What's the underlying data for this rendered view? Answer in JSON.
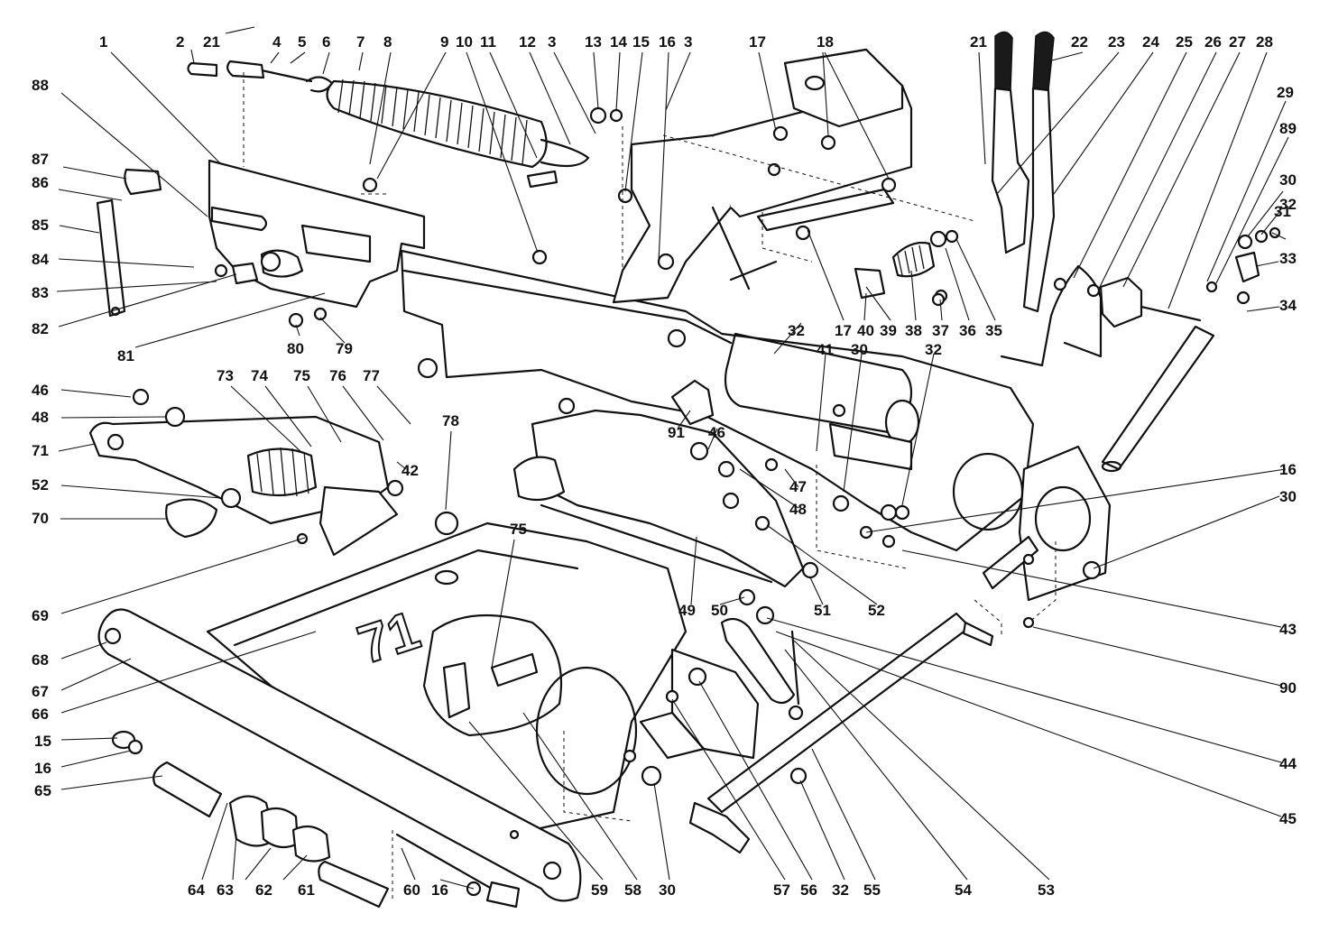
{
  "decal_text": "71",
  "callouts": [
    {
      "label": "1"
    },
    {
      "label": "2"
    },
    {
      "label": "21"
    },
    {
      "label": "4"
    },
    {
      "label": "5"
    },
    {
      "label": "6"
    },
    {
      "label": "7"
    },
    {
      "label": "8"
    },
    {
      "label": "9"
    },
    {
      "label": "10"
    },
    {
      "label": "11"
    },
    {
      "label": "12"
    },
    {
      "label": "3"
    },
    {
      "label": "13"
    },
    {
      "label": "14"
    },
    {
      "label": "15"
    },
    {
      "label": "16"
    },
    {
      "label": "3"
    },
    {
      "label": "17"
    },
    {
      "label": "18"
    },
    {
      "label": "21"
    },
    {
      "label": "22"
    },
    {
      "label": "23"
    },
    {
      "label": "24"
    },
    {
      "label": "25"
    },
    {
      "label": "26"
    },
    {
      "label": "27"
    },
    {
      "label": "28"
    },
    {
      "label": "29"
    },
    {
      "label": "89"
    },
    {
      "label": "30"
    },
    {
      "label": "31"
    },
    {
      "label": "32"
    },
    {
      "label": "33"
    },
    {
      "label": "34"
    },
    {
      "label": "88"
    },
    {
      "label": "87"
    },
    {
      "label": "86"
    },
    {
      "label": "85"
    },
    {
      "label": "84"
    },
    {
      "label": "83"
    },
    {
      "label": "82"
    },
    {
      "label": "81"
    },
    {
      "label": "80"
    },
    {
      "label": "79"
    },
    {
      "label": "32"
    },
    {
      "label": "17"
    },
    {
      "label": "40"
    },
    {
      "label": "39"
    },
    {
      "label": "38"
    },
    {
      "label": "37"
    },
    {
      "label": "36"
    },
    {
      "label": "35"
    },
    {
      "label": "41"
    },
    {
      "label": "30"
    },
    {
      "label": "32"
    },
    {
      "label": "46"
    },
    {
      "label": "48"
    },
    {
      "label": "71"
    },
    {
      "label": "52"
    },
    {
      "label": "70"
    },
    {
      "label": "73"
    },
    {
      "label": "74"
    },
    {
      "label": "75"
    },
    {
      "label": "76"
    },
    {
      "label": "77"
    },
    {
      "label": "78"
    },
    {
      "label": "42"
    },
    {
      "label": "91"
    },
    {
      "label": "46"
    },
    {
      "label": "47"
    },
    {
      "label": "48"
    },
    {
      "label": "16"
    },
    {
      "label": "30"
    },
    {
      "label": "69"
    },
    {
      "label": "75"
    },
    {
      "label": "49"
    },
    {
      "label": "50"
    },
    {
      "label": "51"
    },
    {
      "label": "52"
    },
    {
      "label": "43"
    },
    {
      "label": "68"
    },
    {
      "label": "67"
    },
    {
      "label": "66"
    },
    {
      "label": "90"
    },
    {
      "label": "44"
    },
    {
      "label": "45"
    },
    {
      "label": "15"
    },
    {
      "label": "16"
    },
    {
      "label": "65"
    },
    {
      "label": "64"
    },
    {
      "label": "63"
    },
    {
      "label": "62"
    },
    {
      "label": "61"
    },
    {
      "label": "60"
    },
    {
      "label": "16"
    },
    {
      "label": "59"
    },
    {
      "label": "58"
    },
    {
      "label": "30"
    },
    {
      "label": "57"
    },
    {
      "label": "56"
    },
    {
      "label": "32"
    },
    {
      "label": "55"
    },
    {
      "label": "54"
    },
    {
      "label": "53"
    }
  ]
}
